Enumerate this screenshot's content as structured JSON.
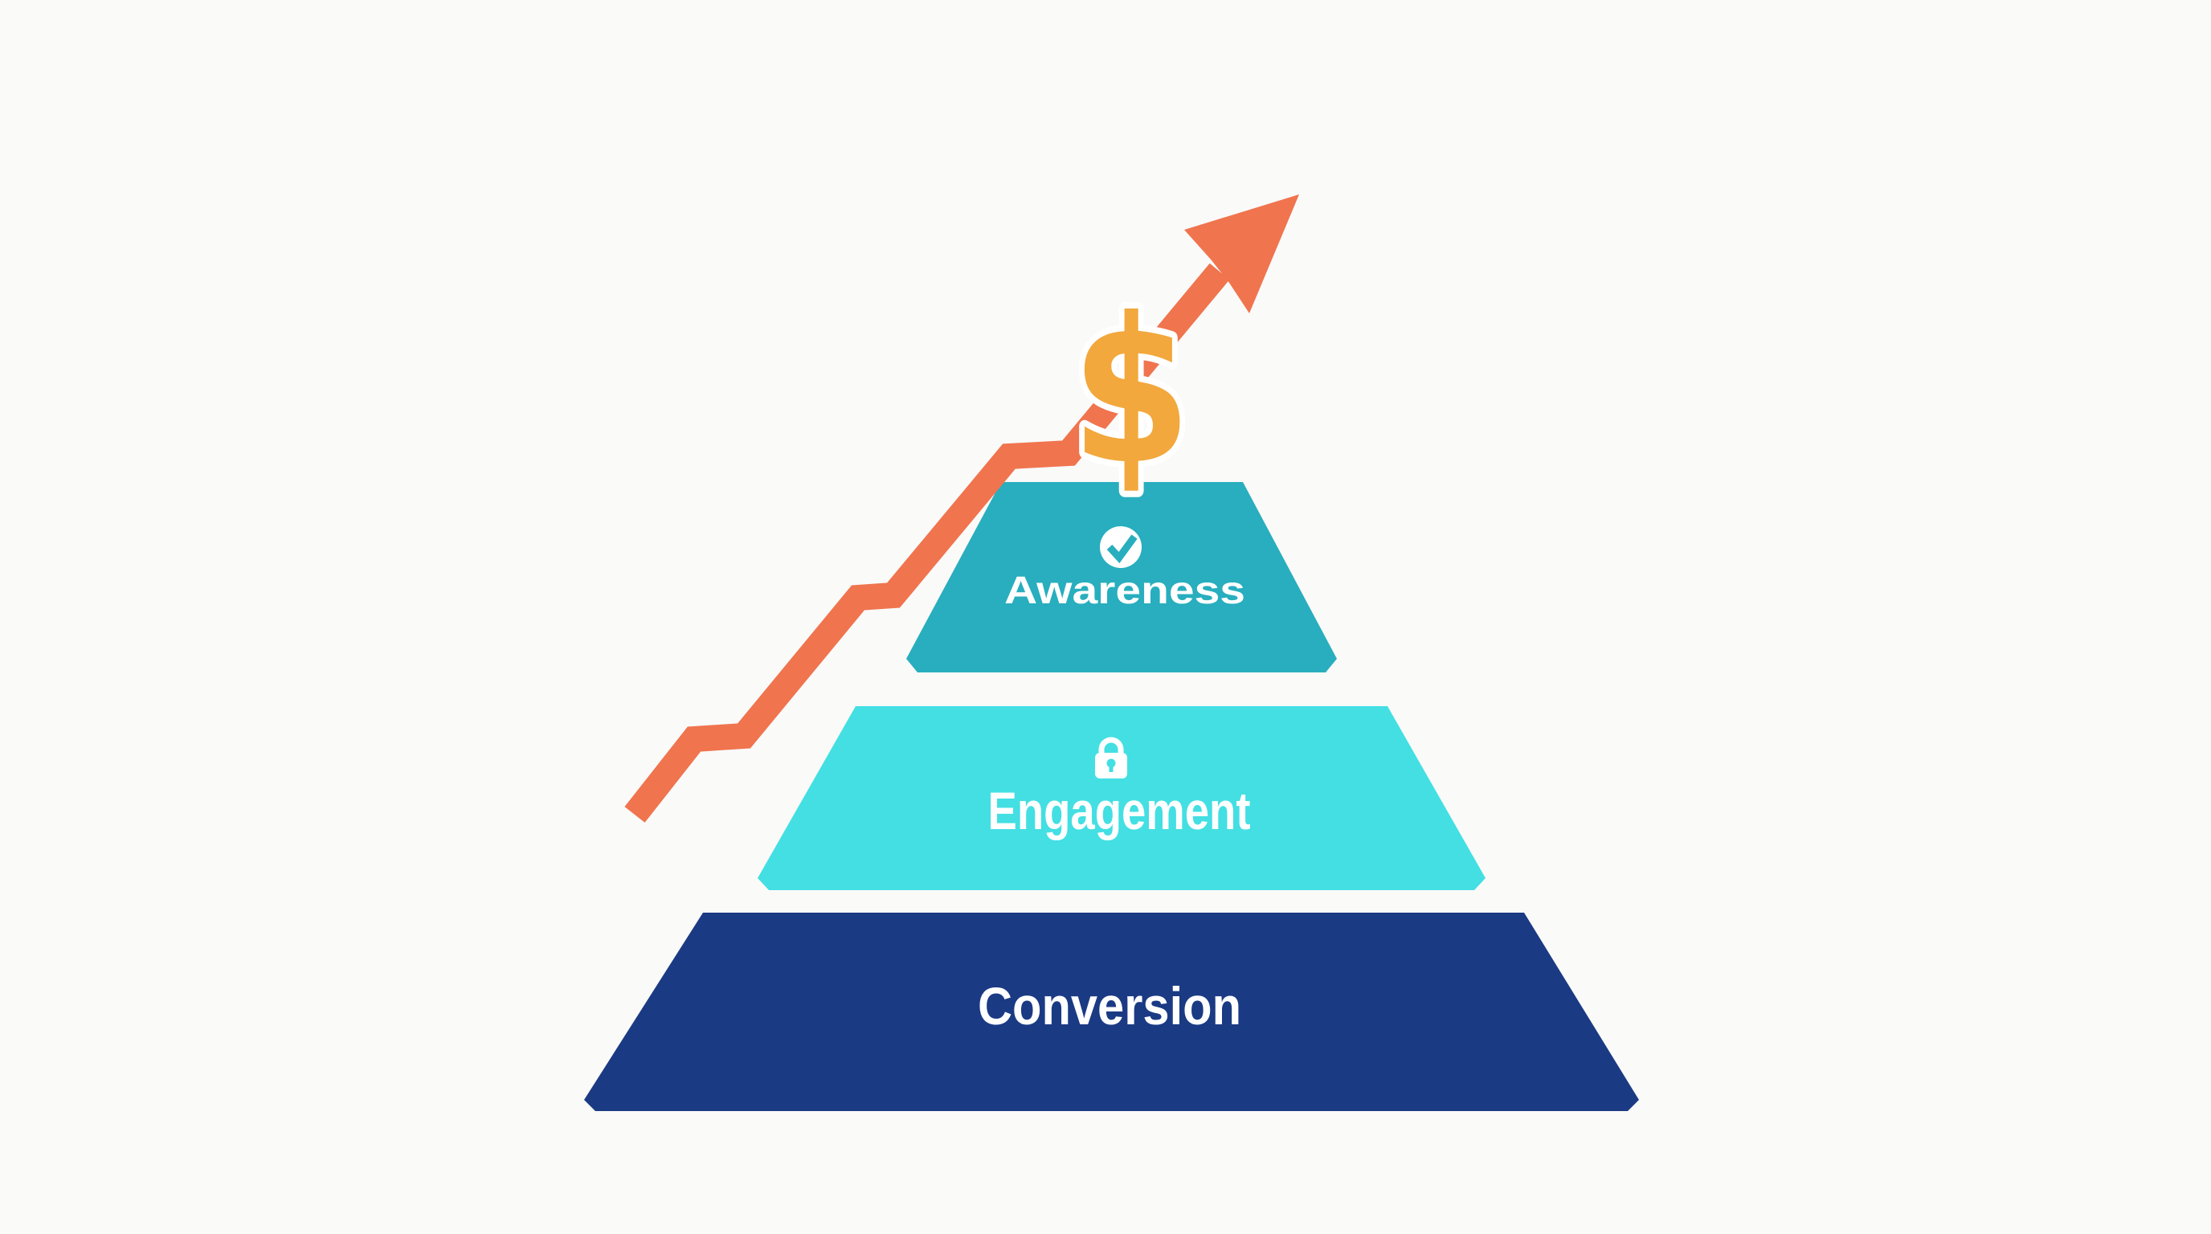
{
  "background_color": "#FAFAF9",
  "funnel": {
    "label_color": "#FFFFFF",
    "tiers": [
      {
        "label": "Awareness",
        "color": "#28AEBE",
        "icon": "check-circle"
      },
      {
        "label": "Engagement",
        "color": "#43DFE3",
        "icon": "lock"
      },
      {
        "label": "Conversion",
        "color": "#1B3A84"
      }
    ]
  },
  "growth_indicator": {
    "symbol": "$",
    "symbol_color": "#F2A83C",
    "line_color": "#F0744E",
    "outline_color": "#FFFFFF"
  }
}
